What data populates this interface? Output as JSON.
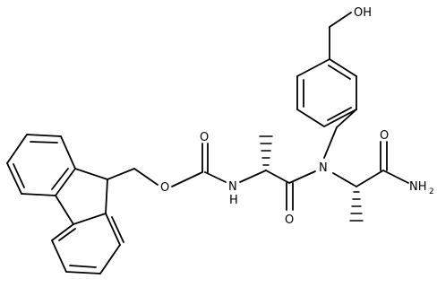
{
  "structure": {
    "atom_labels": [
      {
        "id": "oh",
        "text": "OH"
      },
      {
        "id": "o_carbamate_carbonyl",
        "text": "O"
      },
      {
        "id": "o_carbamate_ester",
        "text": "O"
      },
      {
        "id": "nh_carbamate",
        "text": "N"
      },
      {
        "id": "h_carbamate",
        "text": "H"
      },
      {
        "id": "o_amide1",
        "text": "O"
      },
      {
        "id": "n_tertiary",
        "text": "N"
      },
      {
        "id": "o_amide2",
        "text": "O"
      },
      {
        "id": "nh2",
        "text": "NH"
      },
      {
        "id": "nh2_sub",
        "text": "2"
      }
    ]
  }
}
